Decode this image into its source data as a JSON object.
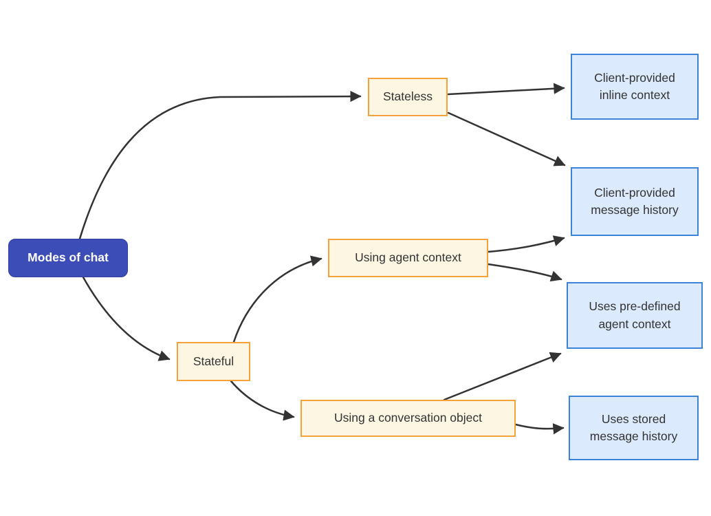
{
  "diagram": {
    "type": "flowchart",
    "direction": "left-to-right",
    "nodes": {
      "root": {
        "label": "Modes of chat",
        "kind": "root"
      },
      "stateless": {
        "label": "Stateless",
        "kind": "branch"
      },
      "stateful": {
        "label": "Stateful",
        "kind": "branch"
      },
      "agentctx": {
        "label": "Using agent context",
        "kind": "branch"
      },
      "convobj": {
        "label": "Using a conversation object",
        "kind": "branch"
      },
      "inline": {
        "label": "Client-provided inline context",
        "kind": "leaf"
      },
      "msghist": {
        "label": "Client-provided message history",
        "kind": "leaf"
      },
      "predef": {
        "label": "Uses pre-defined agent context",
        "kind": "leaf"
      },
      "stored": {
        "label": "Uses stored message history",
        "kind": "leaf"
      }
    },
    "edges": [
      {
        "from": "root",
        "to": "stateless"
      },
      {
        "from": "root",
        "to": "stateful"
      },
      {
        "from": "stateless",
        "to": "inline"
      },
      {
        "from": "stateless",
        "to": "msghist"
      },
      {
        "from": "stateful",
        "to": "agentctx"
      },
      {
        "from": "stateful",
        "to": "convobj"
      },
      {
        "from": "agentctx",
        "to": "msghist"
      },
      {
        "from": "agentctx",
        "to": "predef"
      },
      {
        "from": "convobj",
        "to": "predef"
      },
      {
        "from": "convobj",
        "to": "stored"
      }
    ],
    "colors": {
      "background": "#FFFFFF",
      "edge": "#333333",
      "node_text": "#333333",
      "root_fill": "#3D4DB7",
      "root_border": "#303F9F",
      "root_text": "#FFFFFF",
      "branch_fill": "#FDF6E3",
      "branch_border": "#F6A23B",
      "leaf_fill": "#DBEAFC",
      "leaf_border": "#3B82D8"
    }
  }
}
